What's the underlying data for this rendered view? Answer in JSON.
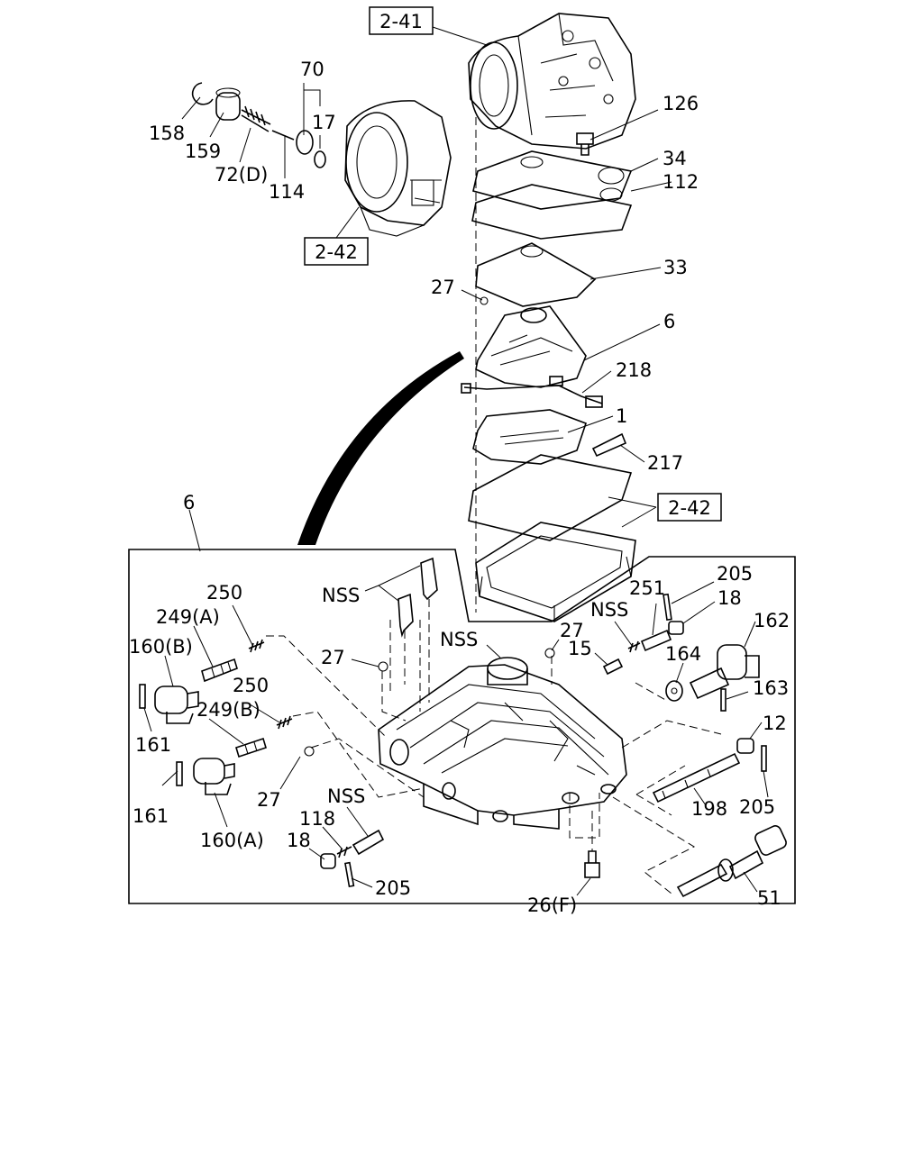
{
  "ref_boxes": {
    "r241": "2-41",
    "r242_top": "2-42",
    "r242_right": "2-42"
  },
  "labels": {
    "l70": "70",
    "l17": "17",
    "l158": "158",
    "l159": "159",
    "l72d": "72(D)",
    "l114": "114",
    "l126": "126",
    "l34": "34",
    "l112": "112",
    "l33": "33",
    "l27a": "27",
    "l6a": "6",
    "l218": "218",
    "l1": "1",
    "l217": "217",
    "l6b": "6",
    "nss1": "NSS",
    "l250a": "250",
    "l249a": "249(A)",
    "l160b": "160(B)",
    "l161a": "161",
    "l250b": "250",
    "l249b": "249(B)",
    "l161b": "161",
    "l160a": "160(A)",
    "l27b": "27",
    "l27c": "27",
    "l27d": "27",
    "nss2": "NSS",
    "l15": "15",
    "nss3": "NSS",
    "l251": "251",
    "l205a": "205",
    "l18a": "18",
    "l162": "162",
    "l164": "164",
    "l163": "163",
    "l12": "12",
    "l205b": "205",
    "l198": "198",
    "nss4": "NSS",
    "l118": "118",
    "l18b": "18",
    "l205c": "205",
    "l26f": "26(F)",
    "l51": "51"
  }
}
